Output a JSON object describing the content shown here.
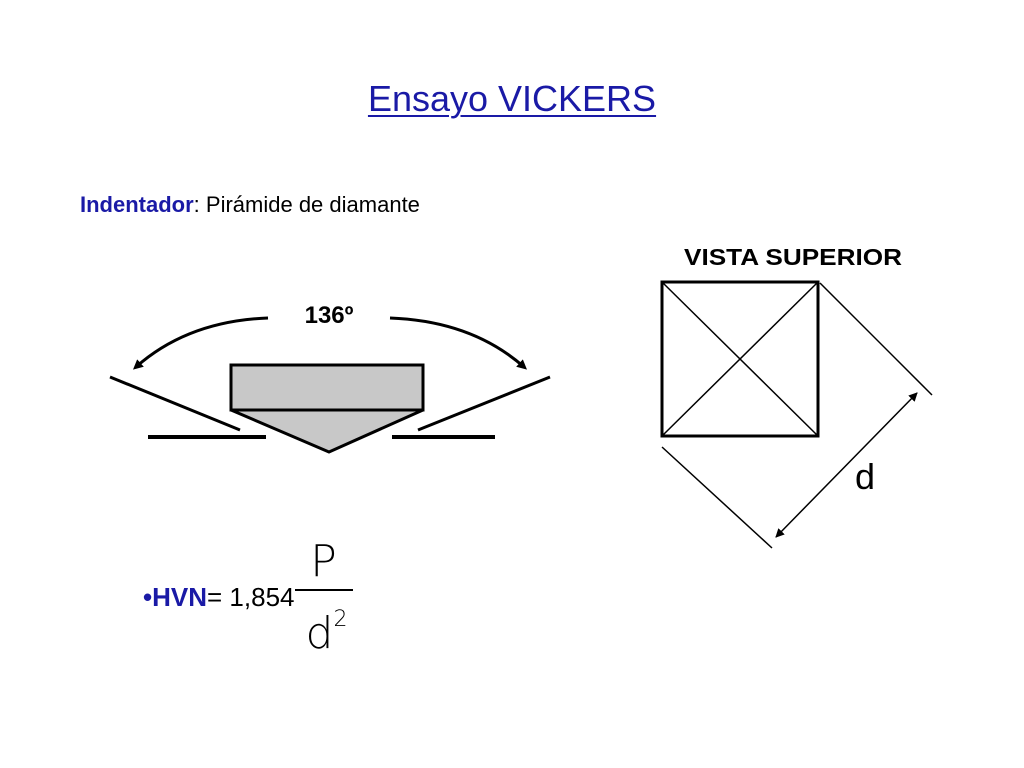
{
  "title": "Ensayo VICKERS",
  "indentador": {
    "term": "Indentador",
    "separator": ": ",
    "description": "Pirámide de diamante"
  },
  "indenter_diagram": {
    "angle_label": "136º"
  },
  "top_view_diagram": {
    "view_label": "VISTA SUPERIOR",
    "dimension_label": "d"
  },
  "formula": {
    "bullet": "•",
    "label": "HVN",
    "operator_and_constant": " = 1,854",
    "numerator": "P",
    "denominator_base": "d",
    "denominator_exponent": "2"
  },
  "colors": {
    "title": "#1a1aa6",
    "emphasis": "#1a1aa6",
    "indenter_fill": "#c8c8c8",
    "diagram_stroke": "#000000"
  }
}
